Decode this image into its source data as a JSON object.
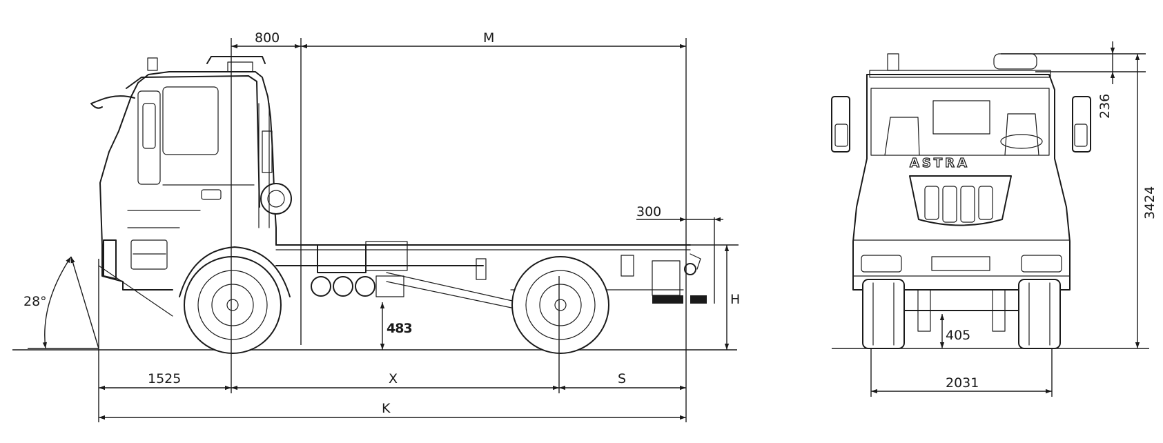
{
  "labels": {
    "cab_length": "800",
    "m": "M",
    "rear_overhang_extra": "300",
    "h": "H",
    "approach_angle": "28°",
    "ground_clearance_side": "483",
    "front_overhang": "1525",
    "x": "X",
    "s": "S",
    "k": "K",
    "roof_height": "236",
    "total_height": "3424",
    "ground_clearance_front": "405",
    "track_width": "2031",
    "brand": "ASTRA"
  }
}
